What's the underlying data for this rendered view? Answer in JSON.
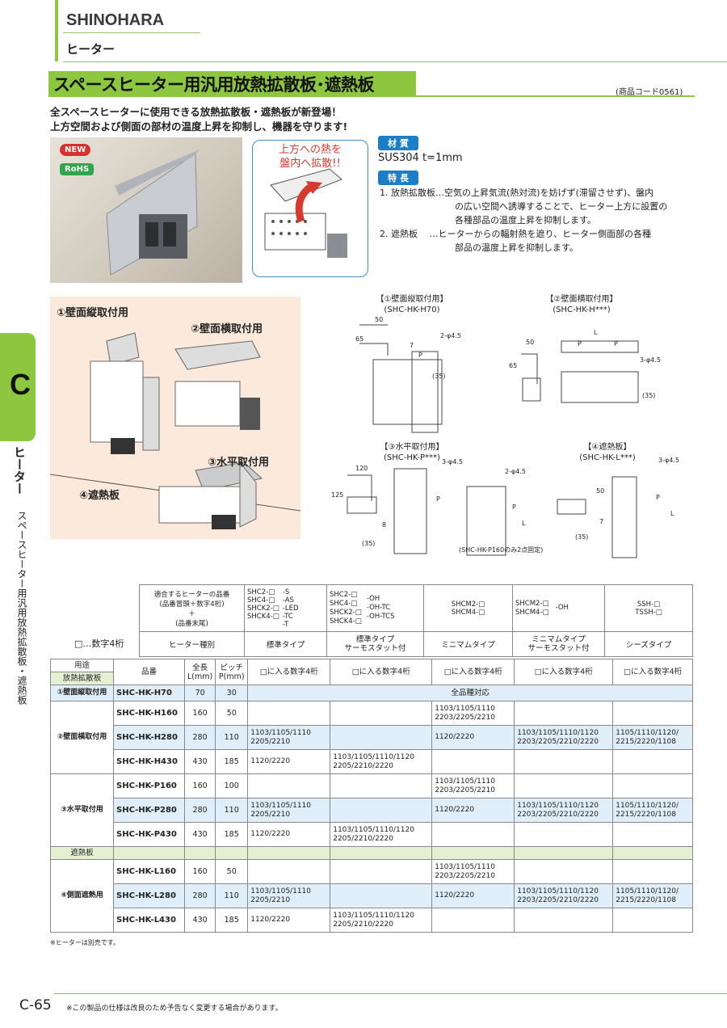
{
  "header": {
    "brand": "SHINOHARA",
    "category": "ヒーター",
    "title": "スペースヒーター用汎用放熱拡散板･遮熱板",
    "product_code": "(商品コード0561)"
  },
  "lead": [
    "全スペースヒーターに使用できる放熱拡散板・遮熱板が新登場！",
    "上方空間および側面の部材の温度上昇を抑制し、機器を守ります!"
  ],
  "badges": {
    "new": "NEW",
    "rohs": "RoHS"
  },
  "callout": [
    "上方への熱を",
    "盤内へ拡散!!"
  ],
  "material": {
    "tag": "材 質",
    "value": "SUS304  t=1mm"
  },
  "features": {
    "tag": "特 長",
    "lines": [
      "1. 放熱拡散板…空気の上昇気流(熱対流)を妨げず(滞留させず)、盤内",
      "の広い空間へ誘導することで、ヒーター上方に設置の",
      "各種部品の温度上昇を抑制します。",
      "2. 遮熱板　 …ヒーターからの輻射熱を遮り、ヒーター側面部の各種",
      "部品の温度上昇を抑制します。"
    ]
  },
  "side": {
    "letter": "C",
    "category": "ヒーター",
    "sub": "スペースヒーター用汎用放熱拡散板・遮熱板"
  },
  "mount_labels": [
    "①壁面縦取付用",
    "②壁面横取付用",
    "③水平取付用",
    "④遮熱板"
  ],
  "drawings": [
    {
      "title": "【①壁面縦取付用】",
      "model": "(SHC-HK-H70)"
    },
    {
      "title": "【②壁面横取付用】",
      "model": "(SHC-HK-H***)"
    },
    {
      "title": "【③水平取付用】",
      "model": "(SHC-HK-P***)"
    },
    {
      "title": "【④遮熱板】",
      "model": "(SHC-HK-L***)"
    }
  ],
  "dims": [
    "50",
    "65",
    "7",
    "2-φ4.5",
    "P",
    "(35)",
    "L",
    "3-φ4.5",
    "120",
    "125",
    "8",
    "(SHC-HK-P160のみ2点固定)"
  ],
  "legend_note": "□…数字4桁",
  "type_table": {
    "row1_label": "適合するヒーターの品番\n(品番冒頭＋数字4桁)\n＋\n(品番末尾)",
    "row2_label": "ヒーター種別",
    "cols": [
      {
        "models": "SHC2-□\nSHC4-□\nSHCK2-□\nSHCK4-□",
        "suffix": "-S\n-AS\n-LED\n-TC\n-T",
        "type": "標準タイプ"
      },
      {
        "models": "SHC2-□\nSHC4-□\nSHCK2-□\nSHCK4-□",
        "suffix": "-OH\n-OH-TC\n-OH-TCS",
        "type": "標準タイプ\nサーモスタット付"
      },
      {
        "models": "SHCM2-□\nSHCM4-□",
        "suffix": "",
        "type": "ミニマムタイプ"
      },
      {
        "models": "SHCM2-□\nSHCM4-□",
        "suffix": "-OH",
        "type": "ミニマムタイプ\nサーモスタット付"
      },
      {
        "models": "SSH-□\nTSSH-□",
        "suffix": "",
        "type": "シーズタイプ"
      }
    ]
  },
  "main_table": {
    "headers": [
      "用途",
      "放熱拡散板",
      "品番",
      "全長\nL(mm)",
      "ピッチ\nP(mm)",
      "□に入る数字4桁"
    ],
    "all_models": "全品種対応",
    "section2": "遮熱板",
    "groups": [
      {
        "usage": "①壁面縦取付用",
        "rows": [
          {
            "part": "SHC-HK-H70",
            "L": "70",
            "P": "30",
            "c": [
              "",
              "",
              "",
              "",
              ""
            ]
          }
        ]
      },
      {
        "usage": "②壁面横取付用",
        "rows": [
          {
            "part": "SHC-HK-H160",
            "L": "160",
            "P": "50",
            "c": [
              "",
              "",
              "1103/1105/1110\n2203/2205/2210",
              "",
              ""
            ]
          },
          {
            "part": "SHC-HK-H280",
            "L": "280",
            "P": "110",
            "c": [
              "1103/1105/1110\n2205/2210",
              "",
              "1120/2220",
              "1103/1105/1110/1120\n2203/2205/2210/2220",
              "1105/1110/1120/\n2215/2220/1108"
            ]
          },
          {
            "part": "SHC-HK-H430",
            "L": "430",
            "P": "185",
            "c": [
              "1120/2220",
              "1103/1105/1110/1120\n2205/2210/2220",
              "",
              "",
              ""
            ]
          }
        ]
      },
      {
        "usage": "③水平取付用",
        "rows": [
          {
            "part": "SHC-HK-P160",
            "L": "160",
            "P": "100",
            "c": [
              "",
              "",
              "1103/1105/1110\n2203/2205/2210",
              "",
              ""
            ]
          },
          {
            "part": "SHC-HK-P280",
            "L": "280",
            "P": "110",
            "c": [
              "1103/1105/1110\n2205/2210",
              "",
              "1120/2220",
              "1103/1105/1110/1120\n2203/2205/2210/2220",
              "1105/1110/1120/\n2215/2220/1108"
            ]
          },
          {
            "part": "SHC-HK-P430",
            "L": "430",
            "P": "185",
            "c": [
              "1120/2220",
              "1103/1105/1110/1120\n2205/2210/2220",
              "",
              "",
              ""
            ]
          }
        ]
      },
      {
        "usage": "④側面遮熱用",
        "rows": [
          {
            "part": "SHC-HK-L160",
            "L": "160",
            "P": "50",
            "c": [
              "",
              "",
              "1103/1105/1110\n2203/2205/2210",
              "",
              ""
            ]
          },
          {
            "part": "SHC-HK-L280",
            "L": "280",
            "P": "110",
            "c": [
              "1103/1105/1110\n2205/2210",
              "",
              "1120/2220",
              "1103/1105/1110/1120\n2203/2205/2210/2220",
              "1105/1110/1120/\n2215/2220/1108"
            ]
          },
          {
            "part": "SHC-HK-L430",
            "L": "430",
            "P": "185",
            "c": [
              "1120/2220",
              "1103/1105/1110/1120\n2205/2210/2220",
              "",
              "",
              ""
            ]
          }
        ]
      }
    ]
  },
  "table_note": "※ヒーターは別売です。",
  "footer": {
    "page": "C-65",
    "note": "※この製品の仕様は改良のため予告なく変更する場合があります。"
  }
}
